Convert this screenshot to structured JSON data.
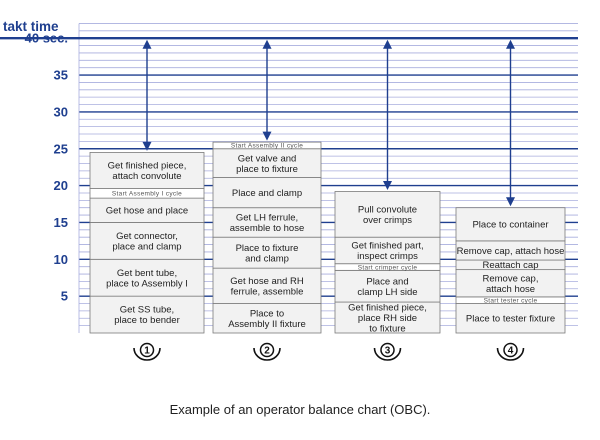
{
  "chart_data": {
    "type": "bar",
    "title": "",
    "ylabel": "takt time",
    "ylim": [
      0,
      42
    ],
    "yticks": [
      5,
      10,
      15,
      20,
      25,
      30,
      35
    ],
    "takt": {
      "value": 40,
      "label": "40 sec."
    },
    "grid": "horizontal minor lines every 1 second, major lines every 5 seconds",
    "colors": {
      "axis_blue": "#1f3f8f",
      "grid_light": "#a8aede",
      "box_fill": "#f2f2f2",
      "box_border": "#7a7a7a",
      "text": "#222222"
    },
    "operators": [
      {
        "id": "1",
        "label": "1",
        "tasks": [
          {
            "type": "task",
            "text": "Get SS tube,\nplace to bender",
            "start": 0,
            "end": 5
          },
          {
            "type": "task",
            "text": "Get bent tube,\nplace to Assembly I",
            "start": 5,
            "end": 10
          },
          {
            "type": "task",
            "text": "Get connector,\nplace and clamp",
            "start": 10,
            "end": 15
          },
          {
            "type": "task",
            "text": "Get hose and place",
            "start": 15,
            "end": 18.3
          },
          {
            "type": "marker",
            "text": "Start Assembly I cycle",
            "start": 18.3,
            "end": 19.6
          },
          {
            "type": "task",
            "text": "Get finished piece,\nattach convolute",
            "start": 19.6,
            "end": 24.5
          }
        ]
      },
      {
        "id": "2",
        "label": "2",
        "tasks": [
          {
            "type": "task",
            "text": "Place to\nAssembly II fixture",
            "start": 0,
            "end": 4
          },
          {
            "type": "task",
            "text": "Get hose and RH\nferrule, assemble",
            "start": 4,
            "end": 8.8
          },
          {
            "type": "task",
            "text": "Place to fixture\nand clamp",
            "start": 8.8,
            "end": 13
          },
          {
            "type": "task",
            "text": "Get LH ferrule,\nassemble to hose",
            "start": 13,
            "end": 17
          },
          {
            "type": "task",
            "text": "Place and clamp",
            "start": 17,
            "end": 21.1
          },
          {
            "type": "task",
            "text": "Get valve and\nplace to fixture",
            "start": 21.1,
            "end": 25
          },
          {
            "type": "marker",
            "text": "Start Assembly II cycle",
            "start": 25,
            "end": 25.9
          }
        ]
      },
      {
        "id": "3",
        "label": "3",
        "tasks": [
          {
            "type": "task",
            "text": "Get finished piece,\nplace RH side\nto fixture",
            "start": 0,
            "end": 4.2
          },
          {
            "type": "task",
            "text": "Place and\nclamp LH side",
            "start": 4.2,
            "end": 8.5
          },
          {
            "type": "marker",
            "text": "Start crimper cycle",
            "start": 8.5,
            "end": 9.4
          },
          {
            "type": "task",
            "text": "Get finished part,\ninspect crimps",
            "start": 9.4,
            "end": 13
          },
          {
            "type": "task",
            "text": "Pull convolute\nover crimps",
            "start": 13,
            "end": 19.2
          }
        ]
      },
      {
        "id": "4",
        "label": "4",
        "tasks": [
          {
            "type": "task",
            "text": "Place to tester fixture",
            "start": 0,
            "end": 4
          },
          {
            "type": "marker",
            "text": "Start tester cycle",
            "start": 4,
            "end": 4.9
          },
          {
            "type": "task",
            "text": "Remove cap,\nattach hose",
            "start": 4.9,
            "end": 8.6
          },
          {
            "type": "task",
            "text": "Reattach cap",
            "start": 8.6,
            "end": 9.9
          },
          {
            "type": "task",
            "text": "Remove cap, attach hose",
            "start": 9.9,
            "end": 12.5
          },
          {
            "type": "task",
            "text": "Place to container",
            "start": 12.5,
            "end": 17
          }
        ]
      }
    ]
  },
  "caption": "Example of an operator balance chart (OBC)."
}
